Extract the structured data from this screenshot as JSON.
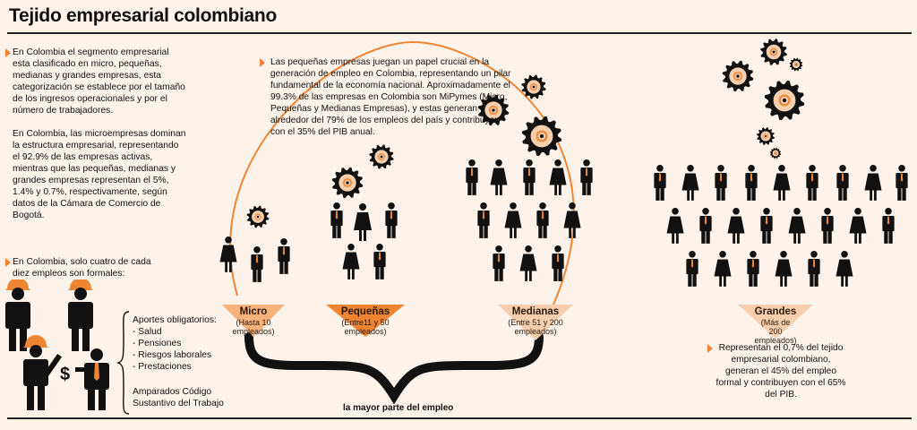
{
  "title": "Tejido empresarial colombiano",
  "left_text": {
    "p1": "En Colombia el segmento empresarial esta clasificado en micro, pequeñas, medianas y grandes empresas, esta categorización se establece por el tamaño de los ingresos operacionales y por el número de trabajadores.",
    "p2": "En Colombia, las microempresas dominan la estructura empresarial, representando el 92.9% de las empresas activas, mientras que las pequeñas, medianas y grandes empresas representan el 5%, 1.4% y 0.7%, respectivamente, según datos de la Cámara de Comercio de Bogotá.",
    "p3": "En Colombia, solo cuatro de cada diez empleos son formales:"
  },
  "formal": {
    "aportes_title": "Aportes obligatorios:",
    "aportes": [
      "- Salud",
      "- Pensiones",
      "- Riesgos laborales",
      "- Prestaciones"
    ],
    "amparados": "Amparados Código Sustantivo del Trabajo",
    "dollar": "$"
  },
  "center_text": "Las pequeñas empresas juegan un papel crucial en la generación de empleo en Colombia, representando un pilar fundamental de la economía nacional. Aproximadamente el 99.3% de las empresas en Colombia son MiPymes (Micro, Pequeñas y Medianas Empresas), y estas generan alrededor del 79% de los empleos del país y contribuyen con el 35% del PIB anual.",
  "categories": [
    {
      "name": "Micro",
      "range": "(Hasta 10 empleados)",
      "color": "#f8b27c"
    },
    {
      "name": "Pequeñas",
      "range": "(Entre11 y 50 empleados)",
      "color": "#ef8533"
    },
    {
      "name": "Medianas",
      "range": "(Entre 51 y 200 empleados)",
      "color": "#f7cfae"
    },
    {
      "name": "Grandes",
      "range": "(Más de 200 empleados)",
      "color": "#f7cfae"
    }
  ],
  "brace_label": "la mayor parte del empleo",
  "grandes_text": "Representan el 0,7% del tejido empresarial colombiano, generan el 45% del empleo formal y contribuyen con el 65% del PIB.",
  "colors": {
    "accent": "#ef8533",
    "ink": "#111111",
    "gear_fill": "#f7cfae",
    "background": "#fdf3ea"
  }
}
